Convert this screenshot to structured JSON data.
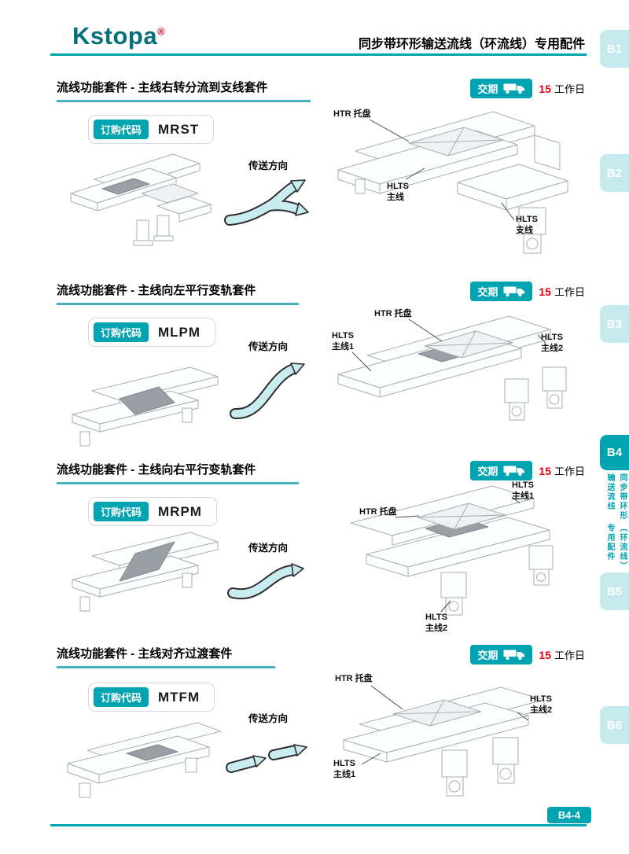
{
  "header": {
    "logo": "Kstopa",
    "logo_reg": "®",
    "title": "同步带环形输送流线（环流线）专用配件"
  },
  "side_tabs": [
    {
      "label": "B1"
    },
    {
      "label": "B2"
    },
    {
      "label": "B3"
    },
    {
      "label": "B4",
      "subtitle_col1": "同步带环形输送流线",
      "subtitle_col2": "（环流线）专用配件"
    },
    {
      "label": "B5"
    },
    {
      "label": "B6"
    }
  ],
  "delivery": {
    "label": "交期",
    "icon": "truck",
    "days": "15",
    "unit": "工作日"
  },
  "order_code_label": "订购代码",
  "direction_label": "传送方向",
  "sections": [
    {
      "title": "流线功能套件 - 主线右转分流到支线套件",
      "code": "MRST",
      "callouts": [
        {
          "lines": [
            "HTR 托盘"
          ]
        },
        {
          "lines": [
            "HLTS",
            "主线"
          ]
        },
        {
          "lines": [
            "HLTS",
            "支线"
          ]
        }
      ]
    },
    {
      "title": "流线功能套件 - 主线向左平行变轨套件",
      "code": "MLPM",
      "callouts": [
        {
          "lines": [
            "HTR 托盘"
          ]
        },
        {
          "lines": [
            "HLTS",
            "主线1"
          ]
        },
        {
          "lines": [
            "HLTS",
            "主线2"
          ]
        }
      ]
    },
    {
      "title": "流线功能套件 - 主线向右平行变轨套件",
      "code": "MRPM",
      "callouts": [
        {
          "lines": [
            "HLTS",
            "主线1"
          ]
        },
        {
          "lines": [
            "HTR 托盘"
          ]
        },
        {
          "lines": [
            "HLTS",
            "主线2"
          ]
        }
      ]
    },
    {
      "title": "流线功能套件 - 主线对齐过渡套件",
      "code": "MTFM",
      "callouts": [
        {
          "lines": [
            "HTR 托盘"
          ]
        },
        {
          "lines": [
            "HLTS",
            "主线2"
          ]
        },
        {
          "lines": [
            "HLTS",
            "主线1"
          ]
        }
      ]
    }
  ],
  "footer": {
    "page": "B4-4"
  },
  "colors": {
    "teal": "#00a4b0",
    "red": "#e60012",
    "tab_light": "#c6e9ee"
  }
}
